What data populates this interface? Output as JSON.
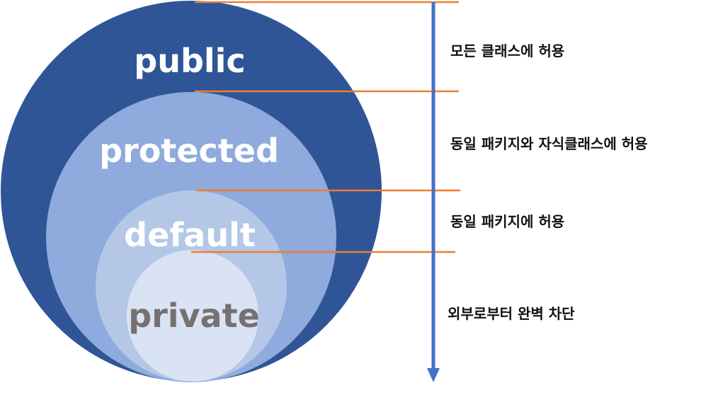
{
  "colors": {
    "public": "#2f5597",
    "protected": "#8faadc",
    "default": "#b4c7e7",
    "private": "#dae3f3",
    "label_light": "#ffffff",
    "label_dark": "#767171",
    "divider": "#ed7d31",
    "arrow": "#4472c4"
  },
  "levels": [
    {
      "id": "public",
      "label": "public",
      "description": "모든 클래스에 허용"
    },
    {
      "id": "protected",
      "label": "protected",
      "description": "동일 패키지와 자식클래스에 허용"
    },
    {
      "id": "default",
      "label": "default",
      "description": "동일 패키지에 허용"
    },
    {
      "id": "private",
      "label": "private",
      "description": "외부로부터 완벽 차단"
    }
  ]
}
